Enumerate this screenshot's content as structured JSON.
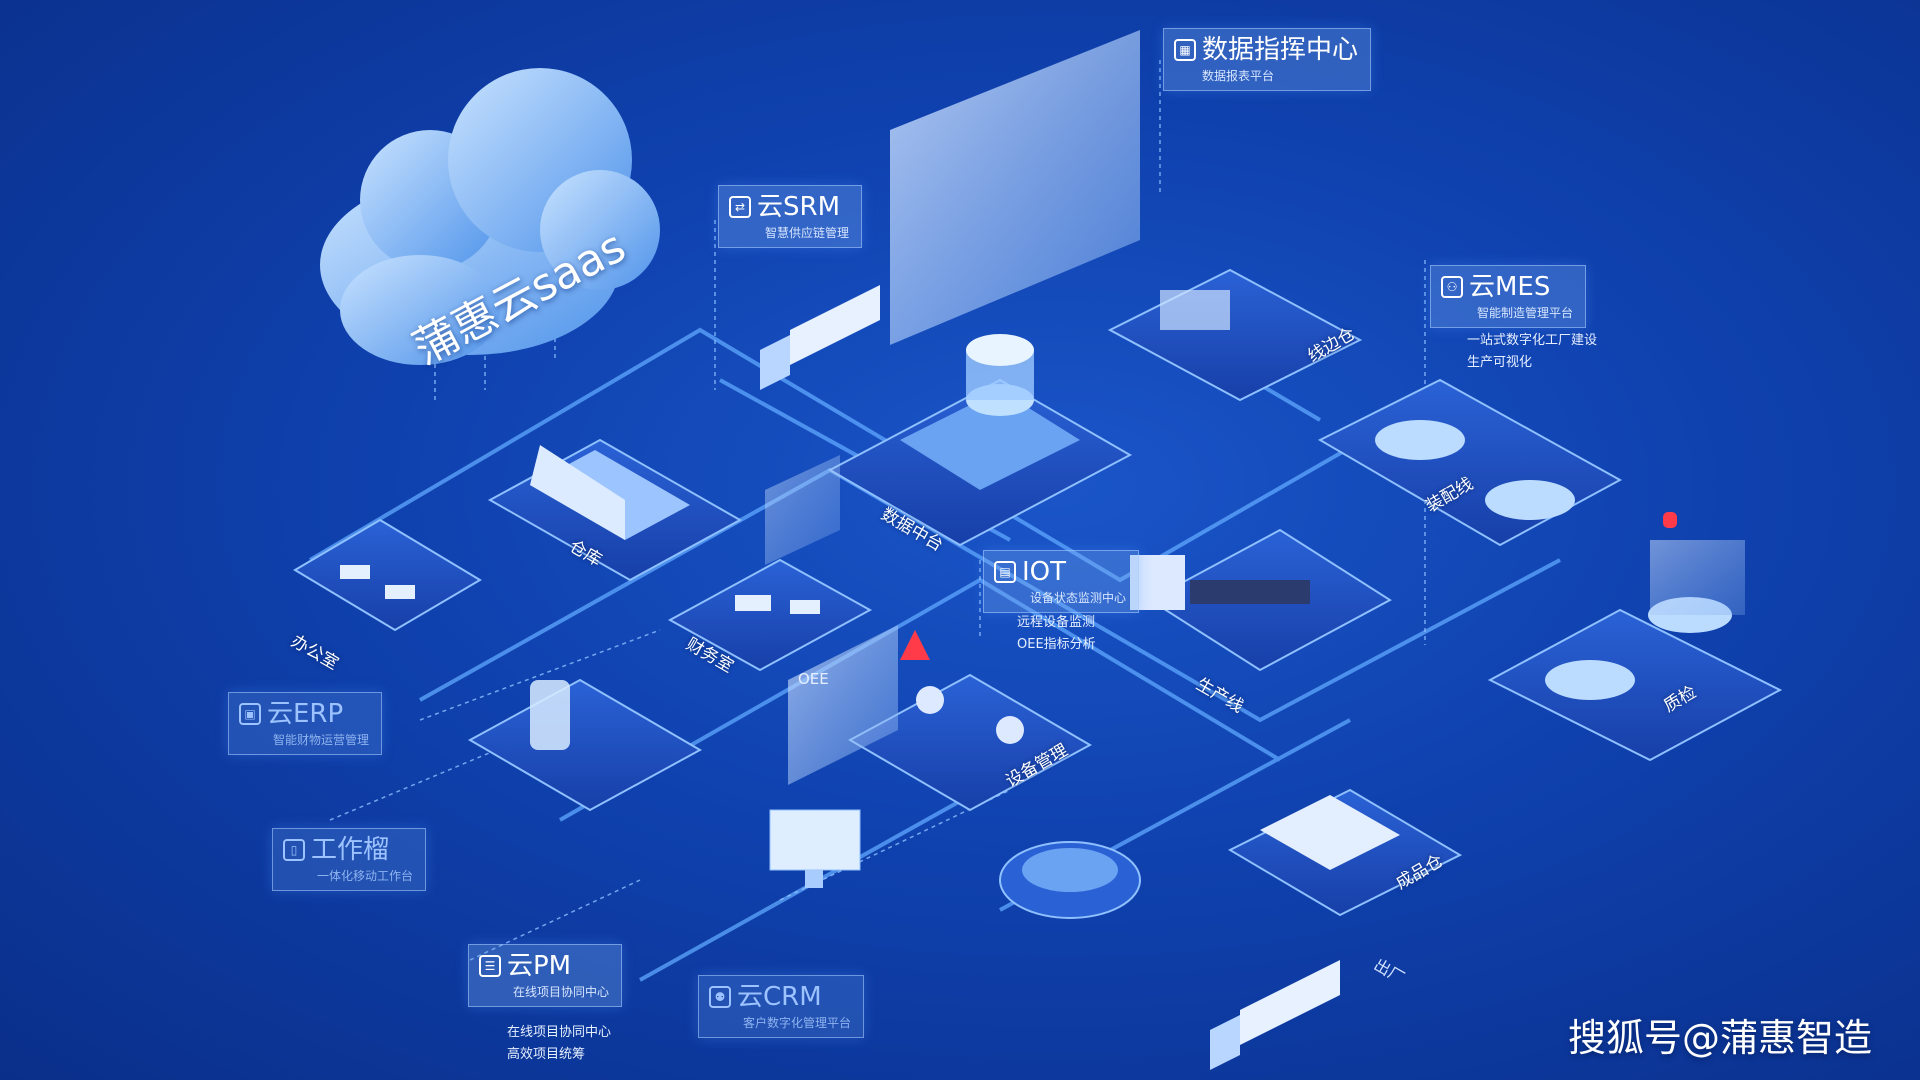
{
  "cloud": {
    "label": "蒲惠云saas"
  },
  "cards": {
    "data_command": {
      "icon": "dashboard-icon",
      "title": "数据指挥中心",
      "subtitle": "数据报表平台"
    },
    "srm": {
      "icon": "supply-chain-icon",
      "title": "云SRM",
      "subtitle": "智慧供应链管理"
    },
    "mes": {
      "icon": "worker-icon",
      "title": "云MES",
      "subtitle": "智能制造管理平台",
      "notes": [
        "一站式数字化工厂建设",
        "生产可视化"
      ]
    },
    "iot": {
      "icon": "device-monitor-icon",
      "title": "IOT",
      "subtitle": "设备状态监测中心",
      "notes": [
        "远程设备监测",
        "OEE指标分析"
      ]
    },
    "erp": {
      "icon": "erp-icon",
      "title": "云ERP",
      "subtitle": "智能财物运营管理"
    },
    "workbench": {
      "icon": "mobile-icon",
      "title": "工作榴",
      "subtitle": "一体化移动工作台"
    },
    "pm": {
      "icon": "project-icon",
      "title": "云PM",
      "subtitle": "在线项目协同中心",
      "notes": [
        "在线项目协同中心",
        "高效项目统筹"
      ]
    },
    "crm": {
      "icon": "customer-icon",
      "title": "云CRM",
      "subtitle": "客户数字化管理平台"
    }
  },
  "zones": {
    "warehouse": "仓库",
    "office": "办公室",
    "finance": "财务室",
    "data_center": "数据中台",
    "line_side": "线边仓",
    "assembly": "装配线",
    "production": "生产线",
    "quality": "质检",
    "equipment": "设备管理",
    "finished": "成品仓",
    "exit": "出厂"
  },
  "screen_label": "OEE",
  "watermark": "搜狐号@蒲惠智造",
  "colors": {
    "background": "#0f41ae",
    "platform": "#1c4fc0",
    "glow": "#5fa8ff",
    "card": "#7aaaf0"
  }
}
